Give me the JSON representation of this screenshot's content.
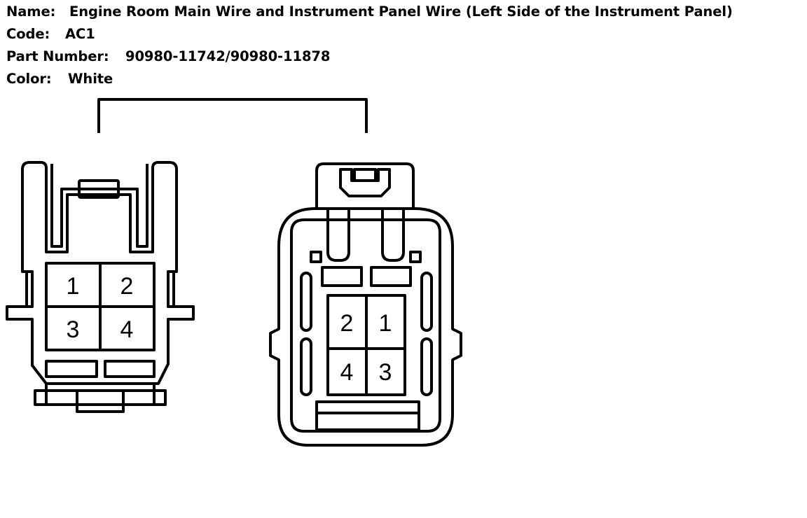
{
  "header": {
    "name_label": "Name:",
    "name_value": "Engine Room Main Wire and Instrument Panel Wire (Left Side of the Instrument Panel)",
    "code_label": "Code:",
    "code_value": "AC1",
    "part_label": "Part Number:",
    "part_value": "90980-11742/90980-11878",
    "color_label": "Color:",
    "color_value": "White"
  },
  "connectors": {
    "left": {
      "pins": [
        "1",
        "2",
        "3",
        "4"
      ]
    },
    "right": {
      "pins": [
        "2",
        "1",
        "4",
        "3"
      ]
    }
  }
}
